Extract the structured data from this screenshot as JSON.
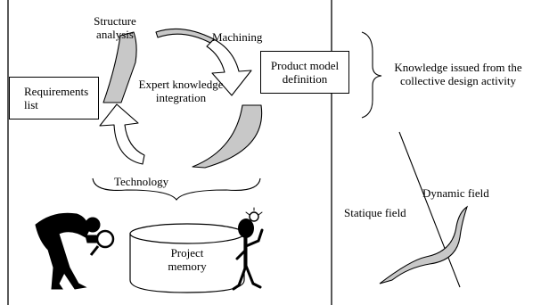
{
  "cycle": {
    "structure_analysis": [
      "Structure",
      "analysis"
    ],
    "machining": "Machining",
    "center": [
      "Expert knowledge",
      "integration"
    ],
    "technology": "Technology"
  },
  "boxes": {
    "requirements": [
      "Requirements",
      "list"
    ],
    "product_model": [
      "Product model",
      "definition"
    ]
  },
  "knowledge": [
    "Knowledge issued from the",
    "collective design activity"
  ],
  "memory": [
    "Project",
    "memory"
  ],
  "fields": {
    "static": "Statique field",
    "dynamic": "Dynamic field"
  },
  "colors": {
    "ink": "#000000",
    "arrow_fill": "#c8c8c8"
  }
}
